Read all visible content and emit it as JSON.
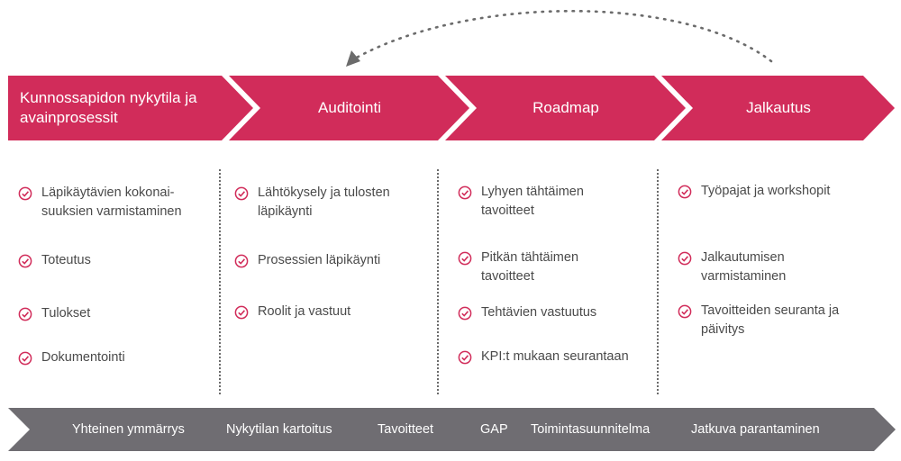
{
  "stages": [
    {
      "label": "Kunnossapidon nykytila ja avainprosessit"
    },
    {
      "label": "Auditointi"
    },
    {
      "label": "Roadmap"
    },
    {
      "label": "Jalkautus"
    }
  ],
  "columns": [
    {
      "items": [
        "Läpikäytävien kokonai-\nsuuksien varmistaminen",
        "Toteutus",
        "Tulokset",
        "Dokumentointi"
      ]
    },
    {
      "items": [
        "Lähtökysely ja tulosten\nläpikäynti",
        "Prosessien läpikäynti",
        "Roolit ja vastuut"
      ]
    },
    {
      "items": [
        "Lyhyen tähtäimen\ntavoitteet",
        "Pitkän tähtäimen\ntavoitteet",
        "Tehtävien vastuutus",
        "KPI:t mukaan seurantaan"
      ]
    },
    {
      "items": [
        "Työpajat ja workshopit",
        "Jalkautumisen\nvarmistaminen",
        "Tavoitteiden seuranta ja\npäivitys"
      ]
    }
  ],
  "bottom_bar": {
    "labels": [
      "Yhteinen ymmärrys",
      "Nykytilan kartoitus",
      "Tavoitteet",
      "GAP",
      "Toimintasuunnitelma",
      "Jatkuva parantaminen"
    ]
  },
  "colors": {
    "stage_fill": "#d12c5a",
    "bottom_fill": "#6f6d72",
    "check": "#d12c5a",
    "text": "#4a4a4a",
    "separator": "#6b6b6b"
  },
  "icons": {
    "item_marker": "check-circle-icon",
    "loop_arrow": "curved-arrow-icon"
  }
}
